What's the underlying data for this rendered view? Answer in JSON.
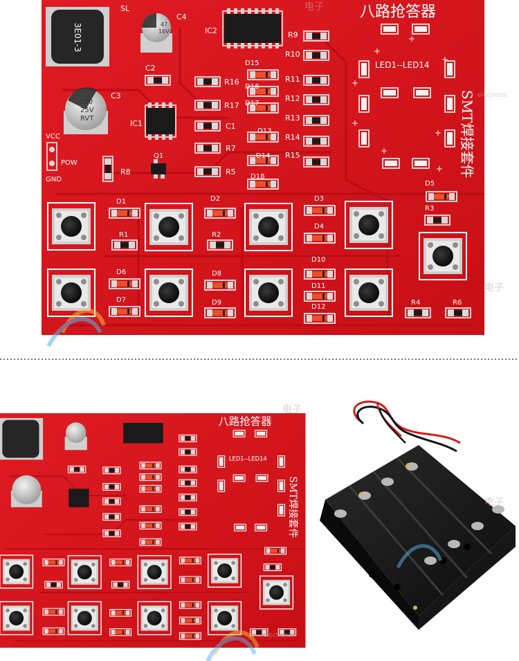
{
  "board_top": {
    "title": "八路抢答器",
    "subtitle": "SMT焊接套件",
    "led_range": "LED1--LED14",
    "power": {
      "vcc": "VCC",
      "pow": "POW",
      "gnd": "GND"
    },
    "caps": {
      "c4": "C4",
      "c3": "C3",
      "c2": "C2",
      "c1": "C1"
    },
    "ics": {
      "ic1": "IC1",
      "ic2": "IC2",
      "q1": "Q1",
      "sl": "SL"
    },
    "cap_marks": {
      "c4": "47\n16V",
      "c3": "100\n25V\nRVT"
    },
    "inductor": "3E01-3",
    "resistors": [
      "R9",
      "R10",
      "R11",
      "R12",
      "R13",
      "R14",
      "R15",
      "R16",
      "R17",
      "R7",
      "R5",
      "R8",
      "R1",
      "R2",
      "R3",
      "R4",
      "R6"
    ],
    "diodes": [
      "D15",
      "D16",
      "D17",
      "D13",
      "D14",
      "D18",
      "D1",
      "D2",
      "D3",
      "D4",
      "D5",
      "D6",
      "D7",
      "D8",
      "D9",
      "D10",
      "D11",
      "D12"
    ]
  },
  "board_bottom": {
    "title": "八路抢答器",
    "subtitle": "SMT焊接套件",
    "led_range": "LED1--LED14"
  },
  "battery_box": {
    "cells": 4
  },
  "watermarks": {
    "cn": "电子",
    "en": "electronic"
  },
  "colors": {
    "pcb": "#d8141b",
    "pcb_dark": "#b50d14",
    "silk": "#ffffff",
    "pad": "#d4d4d4",
    "black": "#141414"
  }
}
